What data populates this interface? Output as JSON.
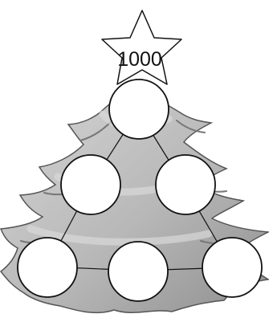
{
  "star": {
    "number": "1000",
    "shape": "star"
  },
  "circles": [
    {
      "id": "top",
      "value": ""
    },
    {
      "id": "middle-left",
      "value": ""
    },
    {
      "id": "middle-right",
      "value": ""
    },
    {
      "id": "bottom-left",
      "value": ""
    },
    {
      "id": "bottom-middle",
      "value": ""
    },
    {
      "id": "bottom-right",
      "value": ""
    }
  ],
  "connections": [
    [
      "top",
      "middle-left"
    ],
    [
      "top",
      "middle-right"
    ],
    [
      "middle-left",
      "bottom-left"
    ],
    [
      "middle-right",
      "bottom-right"
    ],
    [
      "bottom-left",
      "bottom-middle"
    ],
    [
      "bottom-middle",
      "bottom-right"
    ]
  ],
  "colors": {
    "tree_fill": "#b6b6b6",
    "tree_shade": "#8f8f8f",
    "tree_highlight": "#d8d8d8",
    "outline": "#111111",
    "circle_fill": "#ffffff",
    "star_fill": "#ffffff"
  }
}
